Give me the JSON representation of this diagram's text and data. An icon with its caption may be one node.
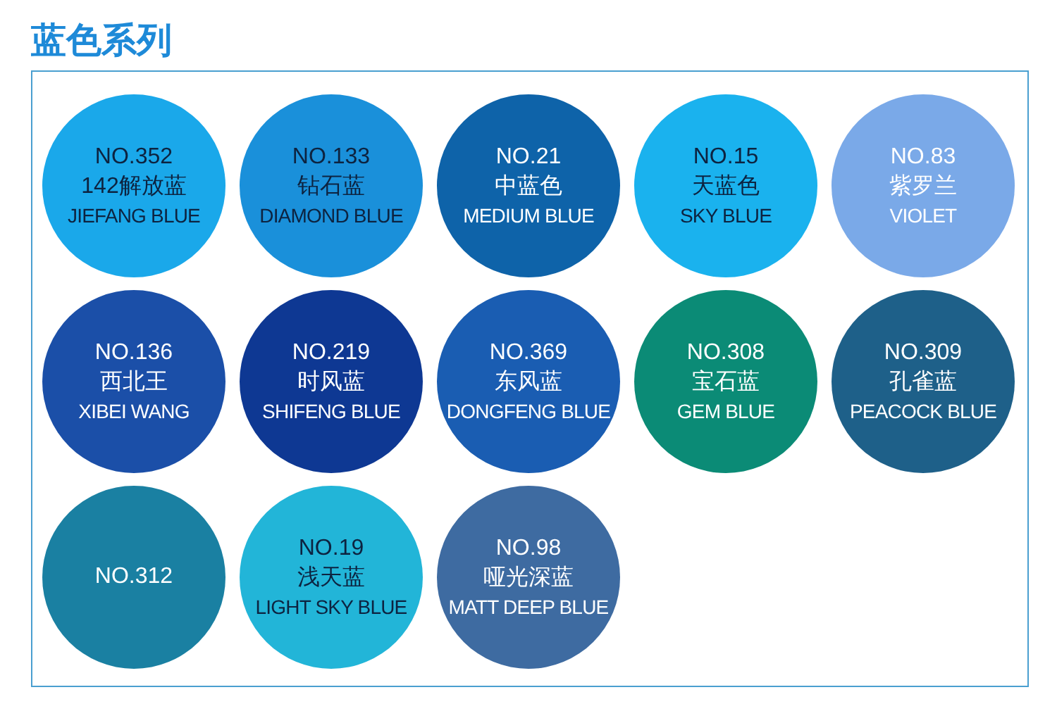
{
  "diagram": {
    "title": "蓝色系列",
    "nodes": [
      {
        "text": [
          "NO.352",
          "142解放蓝",
          "JIEFANG BLUE"
        ]
      },
      {
        "text": [
          "NO.133",
          "钻石蓝",
          "DIAMOND BLUE"
        ]
      },
      {
        "text": [
          "NO.21",
          "中蓝色",
          "MEDIUM BLUE"
        ]
      },
      {
        "text": [
          "NO.15",
          "天蓝色",
          "SKY BLUE"
        ]
      },
      {
        "text": [
          "NO.83",
          "紫罗兰",
          "VIOLET"
        ]
      },
      {
        "text": [
          "NO.136",
          "西北王",
          "XIBEI WANG"
        ]
      },
      {
        "text": [
          "NO.219",
          "时风蓝",
          "SHIFENG BLUE"
        ]
      },
      {
        "text": [
          "NO.369",
          "东风蓝",
          "DONGFENG BLUE"
        ]
      },
      {
        "text": [
          "NO.308",
          "宝石蓝",
          "GEM BLUE"
        ]
      },
      {
        "text": [
          "NO.309",
          "孔雀蓝",
          "PEACOCK BLUE"
        ]
      },
      {
        "text": [
          "NO.312"
        ]
      },
      {
        "text": [
          "NO.19",
          "浅天蓝",
          "LIGHT SKY BLUE"
        ]
      },
      {
        "text": [
          "NO.98",
          "哑光深蓝",
          "MATT DEEP BLUE"
        ]
      }
    ]
  }
}
